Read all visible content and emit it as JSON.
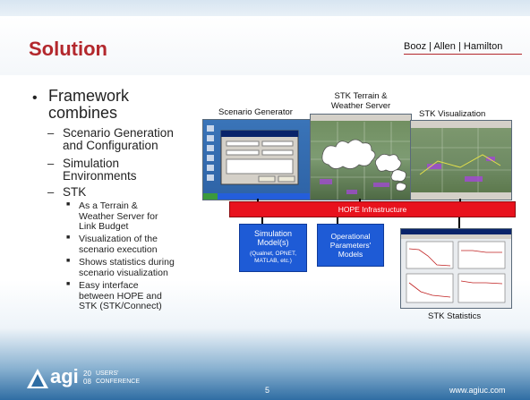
{
  "title": "Solution",
  "branding": {
    "company_1": "Booz",
    "company_2": "Allen",
    "company_3": "Hamilton",
    "separator": "|",
    "accent_color": "#b3282d"
  },
  "bullets": {
    "framework": "Framework combines",
    "framework_line1": "Framework",
    "framework_line2": "combines",
    "scenario_gen_line1": "Scenario Generation",
    "scenario_gen_line2": "and Configuration",
    "sim_env_line1": "Simulation",
    "sim_env_line2": "Environments",
    "stk": "STK",
    "stk_items": [
      {
        "lines": [
          "As a Terrain &",
          "Weather Server for",
          "Link Budget"
        ]
      },
      {
        "lines": [
          "Visualization of the",
          "scenario execution"
        ]
      },
      {
        "lines": [
          "Shows statistics during",
          "scenario visualization"
        ]
      },
      {
        "lines": [
          "Easy  interface",
          "between HOPE and",
          "STK (STK/Connect)"
        ]
      }
    ]
  },
  "diagram": {
    "scenario_generator_label": "Scenario Generator",
    "terrain_label_line1": "STK Terrain &",
    "terrain_label_line2": "Weather Server",
    "visualization_label": "STK Visualization",
    "infrastructure_label": "HOPE Infrastructure",
    "sim_models_title_line1": "Simulation",
    "sim_models_title_line2": "Model(s)",
    "sim_models_detail_line1": "(Qualnet, OPNET,",
    "sim_models_detail_line2": "MATLAB, etc.)",
    "op_params_line1": "Operational",
    "op_params_line2": "Parameters'",
    "op_params_line3": "Models",
    "stats_label": "STK Statistics",
    "infrastructure_color": "#e8121d",
    "model_box_color": "#1e5bd6"
  },
  "footer": {
    "logo_text": "agi",
    "logo_sub_1": "USERS'",
    "logo_sub_2": "CONFERENCE",
    "logo_numeral_1": "20",
    "logo_numeral_2": "08",
    "page_number": "5",
    "url": "www.agiuc.com"
  }
}
